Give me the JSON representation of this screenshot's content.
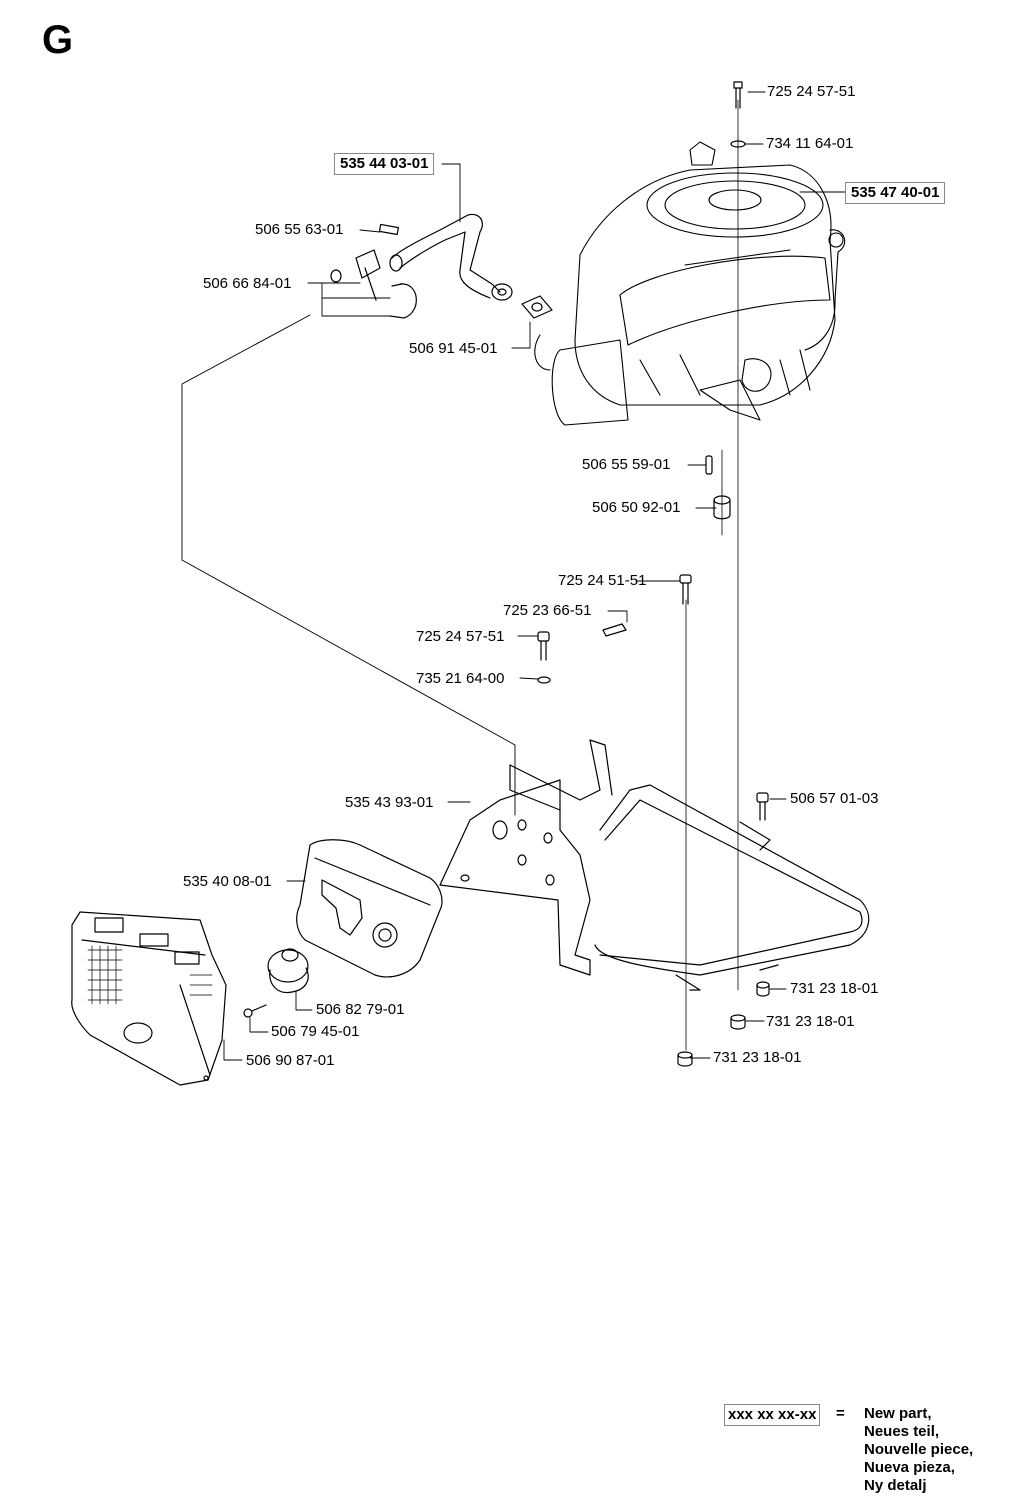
{
  "section": "G",
  "parts": {
    "p1": "725 24 57-51",
    "p2": "734 11 64-01",
    "p3": "535 44 03-01",
    "p4": "535 47 40-01",
    "p5": "506 55 63-01",
    "p6": "506 66 84-01",
    "p7": "506 91 45-01",
    "p8": "506 55 59-01",
    "p9": "506 50 92-01",
    "p10": "725 24 51-51",
    "p11": "725 23 66-51",
    "p12": "725 24 57-51",
    "p13": "735 21 64-00",
    "p14": "535 43 93-01",
    "p15": "506 57 01-03",
    "p16": "535 40 08-01",
    "p17": "731 23 18-01",
    "p18": "731 23 18-01",
    "p19": "506 82 79-01",
    "p20": "506 79 45-01",
    "p21": "506 90 87-01",
    "p22": "731 23 18-01"
  },
  "legend": {
    "code": "xxx xx xx-xx",
    "equals": "=",
    "lines": [
      "New part,",
      "Neues teil,",
      "Nouvelle piece,",
      "Nueva pieza,",
      "Ny detalj"
    ]
  }
}
